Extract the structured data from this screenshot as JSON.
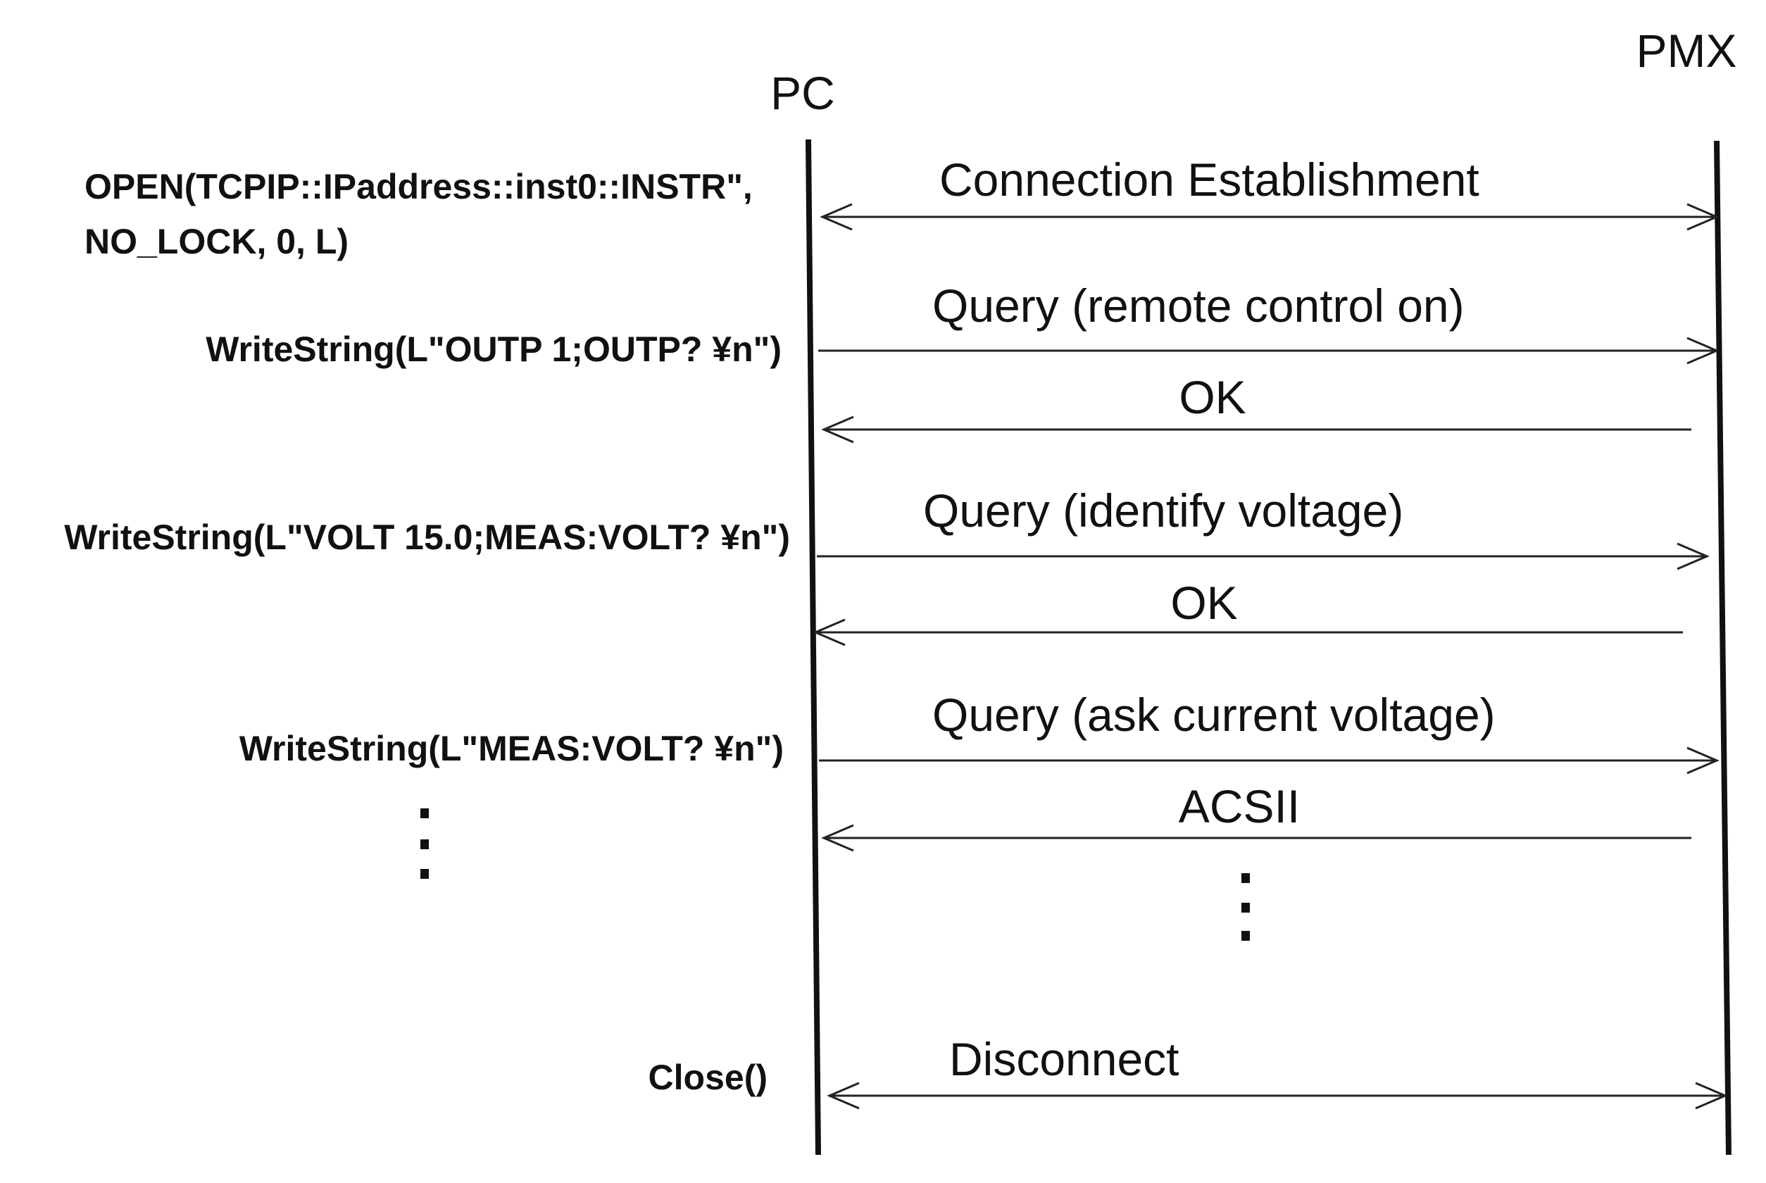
{
  "lifelines": {
    "pc": "PC",
    "pmx": "PMX"
  },
  "calls": {
    "open_line1": "OPEN(TCPIP::IPaddress::inst0::INSTR\",",
    "open_line2": "NO_LOCK, 0, L)",
    "write_outp": "WriteString(L\"OUTP  1;OUTP? ¥n\")",
    "write_volt": "WriteString(L\"VOLT 15.0;MEAS:VOLT? ¥n\")",
    "write_meas": "WriteString(L\"MEAS:VOLT? ¥n\")",
    "close": "Close()"
  },
  "messages": {
    "connection": "Connection Establishment",
    "query_remote": "Query (remote control on)",
    "ok_1": "OK",
    "query_identify": "Query (identify voltage)",
    "ok_2": "OK",
    "query_ask": "Query (ask current voltage)",
    "ascii": "ACSII",
    "disconnect": "Disconnect"
  }
}
